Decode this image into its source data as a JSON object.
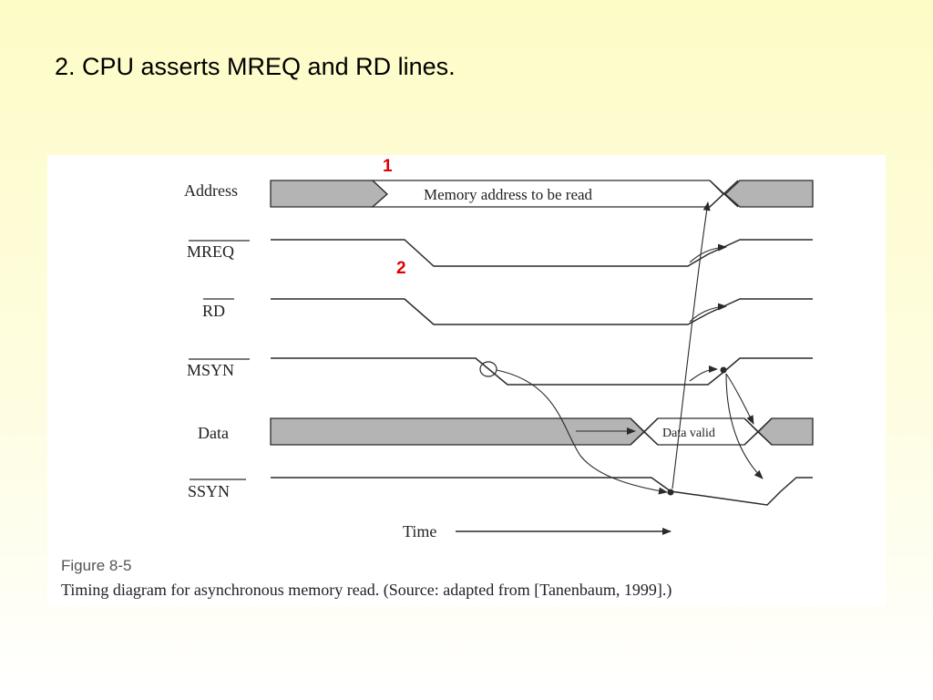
{
  "slide": {
    "title": "2. CPU asserts MREQ and RD lines."
  },
  "markers": [
    "1",
    "2"
  ],
  "diagram": {
    "signals": {
      "address": "Address",
      "mreq": "MREQ",
      "rd": "RD",
      "msyn": "MSYN",
      "data": "Data",
      "ssyn": "SSYN"
    },
    "address_text": "Memory address to be read",
    "data_valid_text": "Data valid",
    "time_label": "Time",
    "figure_number": "Figure 8-5",
    "caption": "Timing diagram for asynchronous memory read. (Source: adapted from [Tanenbaum, 1999].)"
  },
  "colors": {
    "shade": "#b4b4b4",
    "line": "#2a2a2a",
    "marker": "#e00000"
  }
}
